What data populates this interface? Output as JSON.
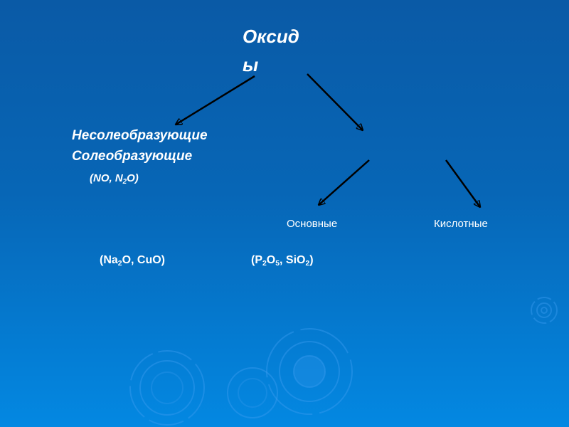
{
  "title": {
    "line1": "Оксид",
    "line2": "ы"
  },
  "categories": {
    "non_salt": "Несолеобразующие",
    "salt": "Солеобразующие"
  },
  "non_salt_examples": {
    "a": "(NO, N",
    "sub": "2",
    "b": "O)"
  },
  "subtypes": {
    "basic": "Основные",
    "acidic": "Кислотные"
  },
  "basic_examples": {
    "a": "(Na",
    "sub": "2",
    "b": "O, CuO)"
  },
  "acidic_examples": {
    "a": "(P",
    "sub1": "2",
    "b": "O",
    "sub2": "5",
    "c": ", SiO",
    "sub3": "2",
    "d": ")"
  }
}
